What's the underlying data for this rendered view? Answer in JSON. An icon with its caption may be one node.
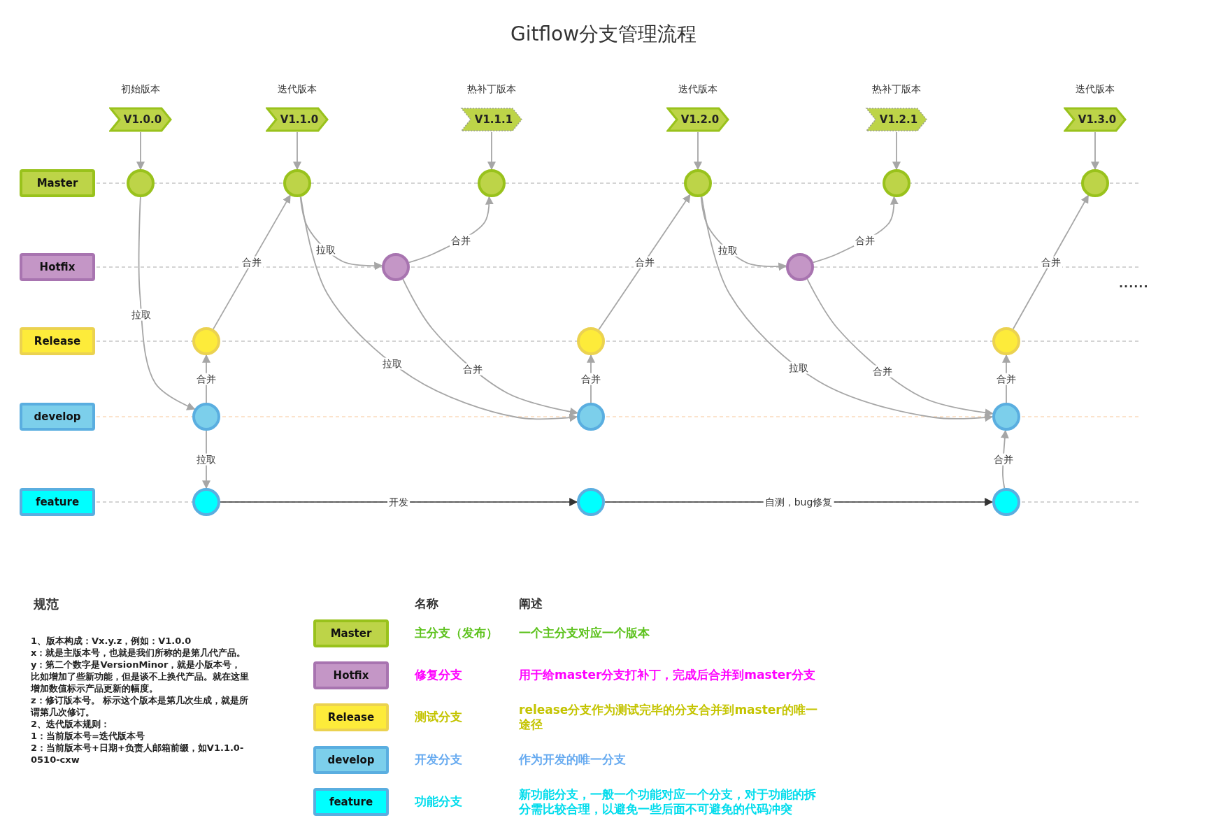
{
  "diagram": {
    "title": "Gitflow分支管理流程",
    "nodes": [
      {
        "text": [
          "V1.0.0"
        ],
        "beside": [
          "初始版本"
        ]
      },
      {
        "text": [
          "V1.1.0"
        ],
        "beside": [
          "迭代版本"
        ]
      },
      {
        "text": [
          "V1.1.1"
        ],
        "beside": [
          "热补丁版本"
        ]
      },
      {
        "text": [
          "V1.2.0"
        ],
        "beside": [
          "迭代版本"
        ]
      },
      {
        "text": [
          "V1.2.1"
        ],
        "beside": [
          "热补丁版本"
        ]
      },
      {
        "text": [
          "V1.3.0"
        ],
        "beside": [
          "迭代版本"
        ]
      },
      {
        "text": [
          "Master"
        ]
      },
      {
        "text": [
          "Hotfix"
        ]
      },
      {
        "text": [
          "Release"
        ]
      },
      {
        "text": [
          "develop"
        ]
      },
      {
        "text": [
          "feature"
        ]
      },
      {
        "text": [],
        "shape": "circle"
      },
      {
        "text": [],
        "shape": "circle"
      },
      {
        "text": [],
        "shape": "circle"
      },
      {
        "text": [],
        "shape": "circle"
      },
      {
        "text": [],
        "shape": "circle"
      },
      {
        "text": [],
        "shape": "circle"
      },
      {
        "text": [],
        "shape": "circle"
      },
      {
        "text": [],
        "shape": "circle"
      },
      {
        "text": [],
        "shape": "circle"
      },
      {
        "text": [],
        "shape": "circle"
      },
      {
        "text": [],
        "shape": "circle"
      },
      {
        "text": [],
        "shape": "circle"
      },
      {
        "text": [],
        "shape": "circle"
      },
      {
        "text": [],
        "shape": "circle"
      },
      {
        "text": [],
        "shape": "circle"
      },
      {
        "text": [],
        "shape": "circle"
      },
      {
        "text": [],
        "shape": "circle"
      },
      {
        "text": [
          "Master"
        ],
        "beside": [
          "主分支（发布）"
        ]
      },
      {
        "text": [
          "Hotfix"
        ],
        "beside": [
          "修复分支"
        ]
      },
      {
        "text": [
          "Release"
        ],
        "beside": [
          "测试分支"
        ]
      },
      {
        "text": [
          "develop"
        ],
        "beside": [
          "开发分支"
        ]
      },
      {
        "text": [
          "feature"
        ],
        "beside": [
          "功能分支"
        ]
      }
    ],
    "edges": [
      {
        "from": 0,
        "to": 11,
        "arrow": "to"
      },
      {
        "from": 1,
        "to": 12,
        "arrow": "to"
      },
      {
        "from": 2,
        "to": 13,
        "arrow": "to"
      },
      {
        "from": 3,
        "to": 14,
        "arrow": "to"
      },
      {
        "from": 4,
        "to": 15,
        "arrow": "to"
      },
      {
        "from": 5,
        "to": 16,
        "arrow": "to"
      },
      {
        "from": 11,
        "to": 22,
        "arrow": "to",
        "label": "拉取"
      },
      {
        "from": 22,
        "to": 19,
        "arrow": "to",
        "label": "合并"
      },
      {
        "from": 19,
        "to": 12,
        "arrow": "to",
        "label": "合并"
      },
      {
        "from": 12,
        "to": 17,
        "arrow": "to",
        "label": "拉取"
      },
      {
        "from": 17,
        "to": 13,
        "arrow": "to",
        "label": "合并"
      },
      {
        "from": 12,
        "to": 23,
        "arrow": "to",
        "label": "拉取"
      },
      {
        "from": 17,
        "to": 23,
        "arrow": "to",
        "label": "合并"
      },
      {
        "from": 23,
        "to": 20,
        "arrow": "to",
        "label": "合并"
      },
      {
        "from": 20,
        "to": 14,
        "arrow": "to",
        "label": "合并"
      },
      {
        "from": 14,
        "to": 18,
        "arrow": "to",
        "label": "拉取"
      },
      {
        "from": 18,
        "to": 15,
        "arrow": "to",
        "label": "合并"
      },
      {
        "from": 14,
        "to": 24,
        "arrow": "to",
        "label": "拉取"
      },
      {
        "from": 18,
        "to": 24,
        "arrow": "to",
        "label": "合并"
      },
      {
        "from": 24,
        "to": 21,
        "arrow": "to",
        "label": "合并"
      },
      {
        "from": 21,
        "to": 16,
        "arrow": "to",
        "label": "合并"
      },
      {
        "from": 22,
        "to": 25,
        "arrow": "to",
        "label": "拉取"
      },
      {
        "from": 25,
        "to": 26,
        "arrow": "to",
        "label": "开发",
        "color": "#333333"
      },
      {
        "from": 26,
        "to": 27,
        "arrow": "to",
        "label": "自测，bug修复",
        "color": "#333333"
      },
      {
        "from": 27,
        "to": 24,
        "arrow": "to",
        "label": "合并"
      }
    ],
    "labels": [
      "......",
      "规范",
      "1、版本构成：Vx.y.z，例如：V1.0.0",
      "x：就是主版本号，也就是我们所称的是第几代产品。",
      "y：第二个数字是VersionMinor，就是小版本号，比如增加了些新功能，但是谈不上换代产品。就在这里增加数值标示产品更新的幅度。",
      "z：修订版本号。 标示这个版本是第几次生成，就是所谓第几次修订。",
      "2、迭代版本规则：",
      "1：当前版本号=迭代版本号",
      "2：当前版本号+日期+负责人邮箱前缀，如V1.1.0-0510-cxw",
      "名称",
      "阐述",
      "一个主分支对应一个版本",
      "用于给master分支打补丁，完成后合并到master分支",
      "release分支作为测试完毕的分支合并到master的唯一途径",
      "作为开发的唯一分支",
      "新功能分支，一般一个功能对应一个分支，对于功能的拆分需比较合理，以避免一些后面不可避免的代码冲突"
    ]
  }
}
